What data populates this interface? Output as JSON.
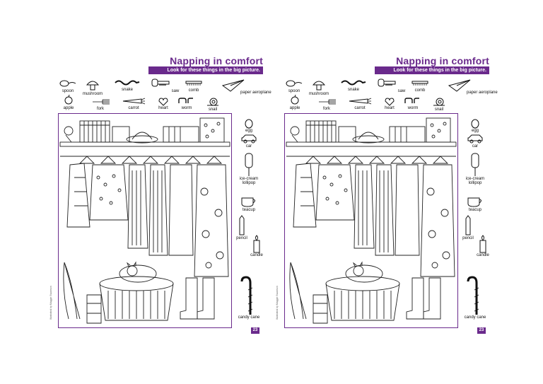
{
  "pages": [
    {
      "title": "Napping in comfort",
      "subtitle": "Look for these things in the big picture.",
      "page_number": "23",
      "credit": "Illustrated by Maggie Swanson"
    },
    {
      "title": "Napping in comfort",
      "subtitle": "Look for these things in the big picture.",
      "page_number": "23",
      "credit": "Illustrated by Maggie Swanson"
    }
  ],
  "items": {
    "spoon": "spoon",
    "mushroom": "mushroom",
    "snake": "snake",
    "saw": "saw",
    "comb": "comb",
    "paper_aeroplane": "paper aeroplane",
    "apple": "apple",
    "fork": "fork",
    "carrot": "carrot",
    "heart": "heart",
    "worm": "worm",
    "snail": "snail",
    "egg": "egg",
    "car": "car",
    "ice_cream_lollipop": "ice-cream lollipop",
    "teacup": "teacup",
    "pencil": "pencil",
    "candle": "candle",
    "candy_cane": "candy cane"
  }
}
